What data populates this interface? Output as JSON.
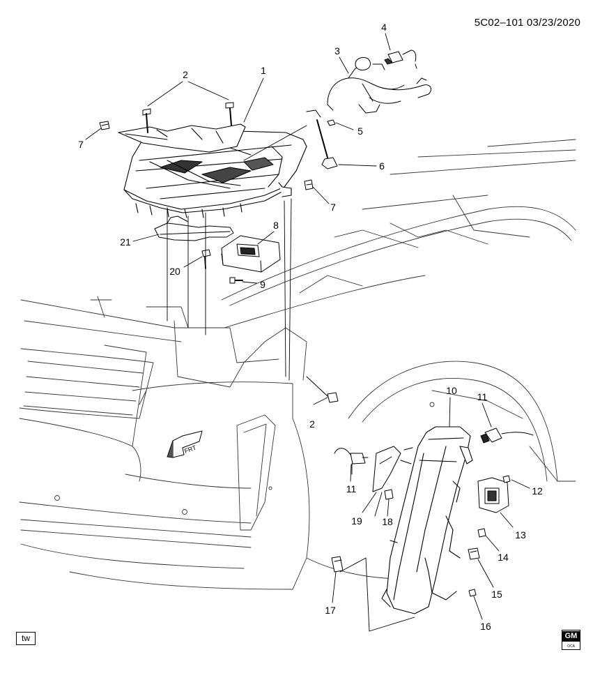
{
  "header": {
    "ref_code": "5C02–101  03/23/2020"
  },
  "badges": {
    "tw": "tw",
    "logo_letters": "GM",
    "logo_sub": "OCA"
  },
  "direction_arrow": {
    "label": "FRT"
  },
  "callouts": [
    "1",
    "2",
    "3",
    "4",
    "5",
    "6",
    "7",
    "8",
    "9",
    "20",
    "21",
    "2",
    "7",
    "10",
    "11",
    "11",
    "12",
    "13",
    "14",
    "15",
    "16",
    "17",
    "18",
    "19"
  ]
}
